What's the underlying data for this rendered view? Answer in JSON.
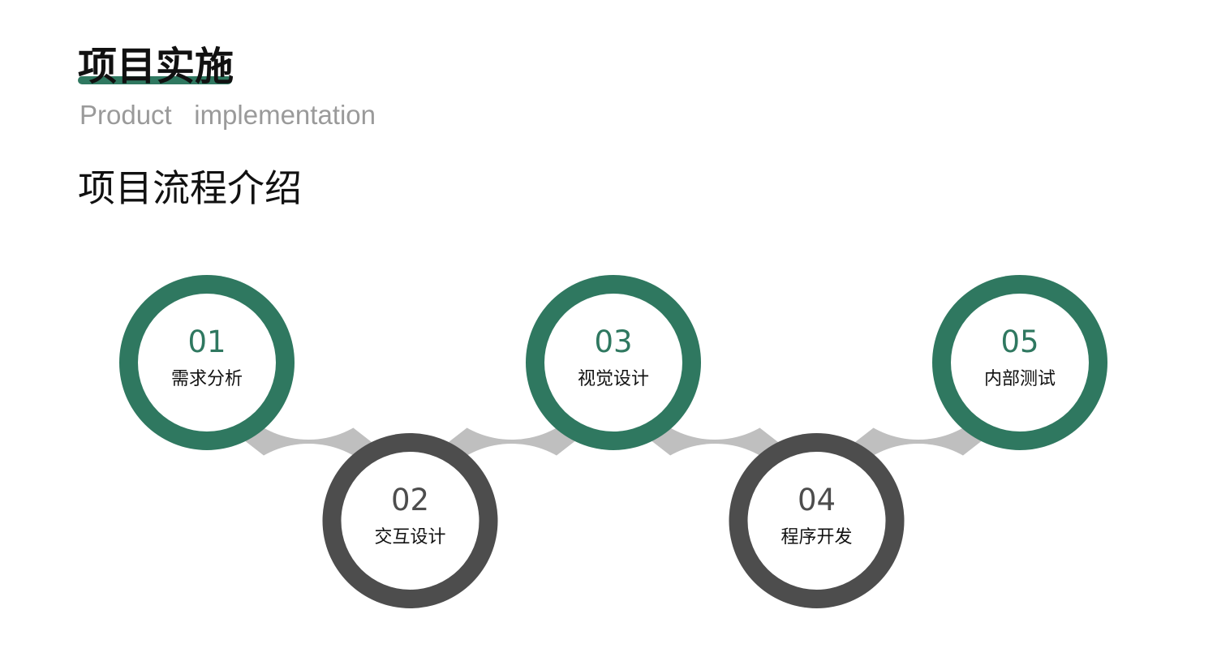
{
  "header": {
    "title": "项目实施",
    "subtitle": "Product   implementation",
    "section_title": "项目流程介绍"
  },
  "colors": {
    "accent": "#2f7860",
    "dark": "#4d4d4d",
    "connector": "#bfbfbf",
    "subtitle": "#9a9a9a"
  },
  "steps": [
    {
      "number": "01",
      "label": "需求分析",
      "tone": "accent"
    },
    {
      "number": "02",
      "label": "交互设计",
      "tone": "dark"
    },
    {
      "number": "03",
      "label": "视觉设计",
      "tone": "accent"
    },
    {
      "number": "04",
      "label": "程序开发",
      "tone": "dark"
    },
    {
      "number": "05",
      "label": "内部测试",
      "tone": "accent"
    }
  ]
}
